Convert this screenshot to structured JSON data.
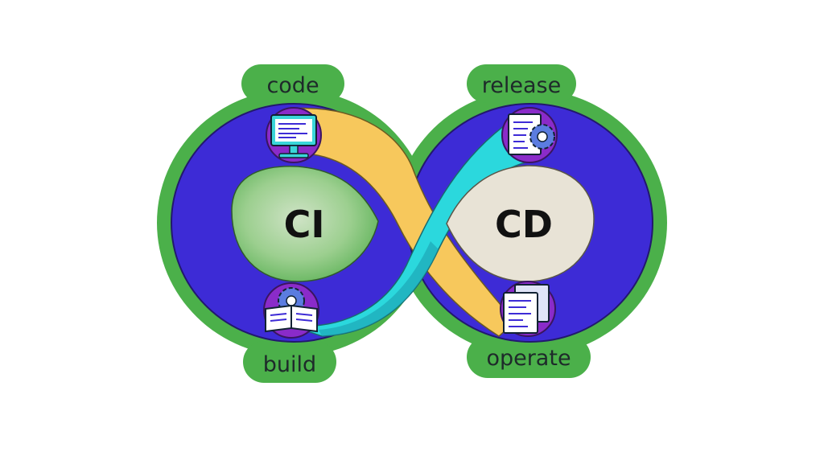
{
  "center": {
    "left": "CI",
    "right": "CD"
  },
  "stages": {
    "code": "code",
    "release": "release",
    "build": "build",
    "operate": "operate"
  },
  "icons": {
    "code": "monitor-code-icon",
    "release": "document-gear-icon",
    "build": "book-gear-icon",
    "operate": "documents-list-icon"
  },
  "colors": {
    "outline": "#4bb04a",
    "loop": "#3d2bd6",
    "left_band": "#f7c85c",
    "right_band": "#2bd8dd",
    "ci_fill": "#7dbf78",
    "cd_fill": "#e8e3d6"
  }
}
